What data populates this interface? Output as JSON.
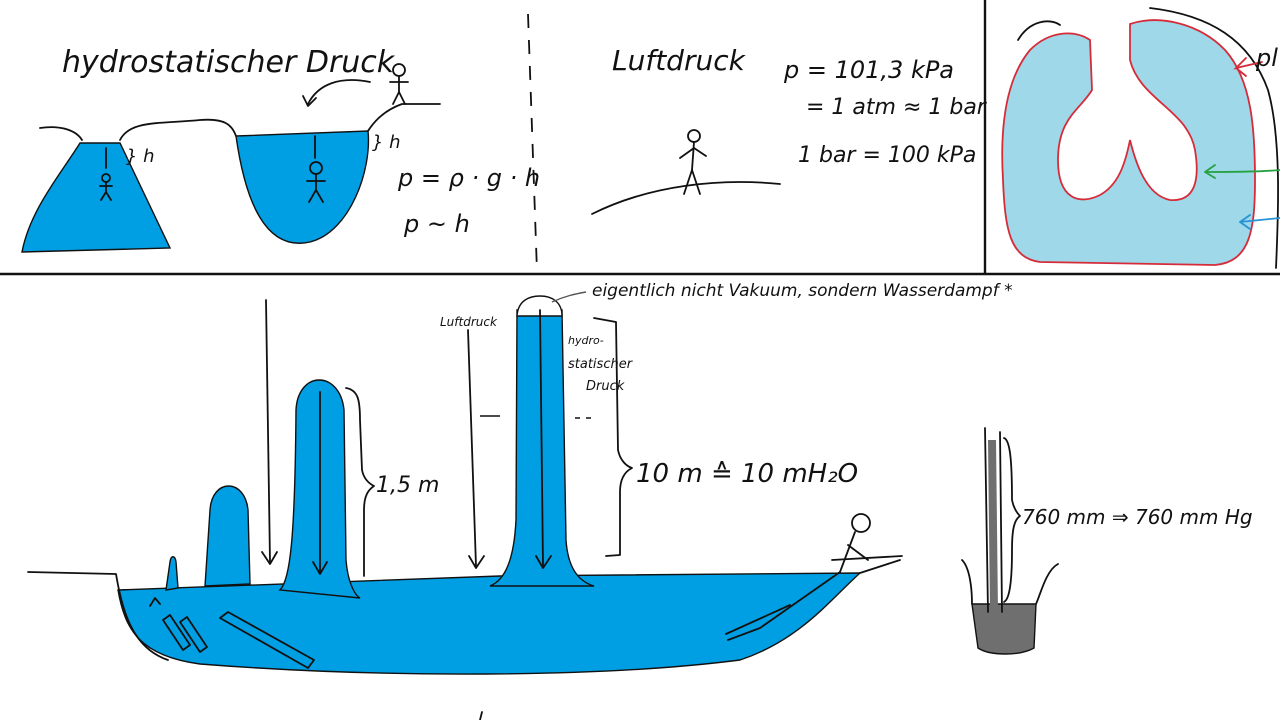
{
  "colors": {
    "water": "#009fe3",
    "lung_fill": "#9fd8e8",
    "lung_outline_red": "#d62c3a",
    "green_arrow": "#27a243",
    "blue_arrow": "#2693d8",
    "mercury": "#6f6f6f",
    "annotation_gray": "#555555"
  },
  "panel_hydrostatic": {
    "title": "hydrostatischer Druck",
    "h_label_left": "} h",
    "h_label_right": "} h",
    "formula_1": "p = ρ · g · h",
    "formula_2": "p ~ h"
  },
  "panel_buoyancy": {
    "title": "Luftdruck",
    "eq_1": "p = 101,3 kPa",
    "eq_2": "= 1 atm ≈ 1 bar",
    "eq_3": "1 bar = 100 kPa"
  },
  "panel_lung": {
    "label_partial": "pl"
  },
  "panel_column": {
    "annotation_top": "eigentlich nicht Vakuum, sondern Wasserdampf *",
    "luftdruck_label": "Luftdruck",
    "hydro_label_1": "hydro-",
    "hydro_label_2": "statischer",
    "hydro_label_3": "Druck",
    "height_label_1": "1,5 m",
    "height_label_2": "10 m  ≙ 10 mH₂O"
  },
  "panel_barometer": {
    "label": "760 mm ⇒ 760 mm Hg"
  }
}
